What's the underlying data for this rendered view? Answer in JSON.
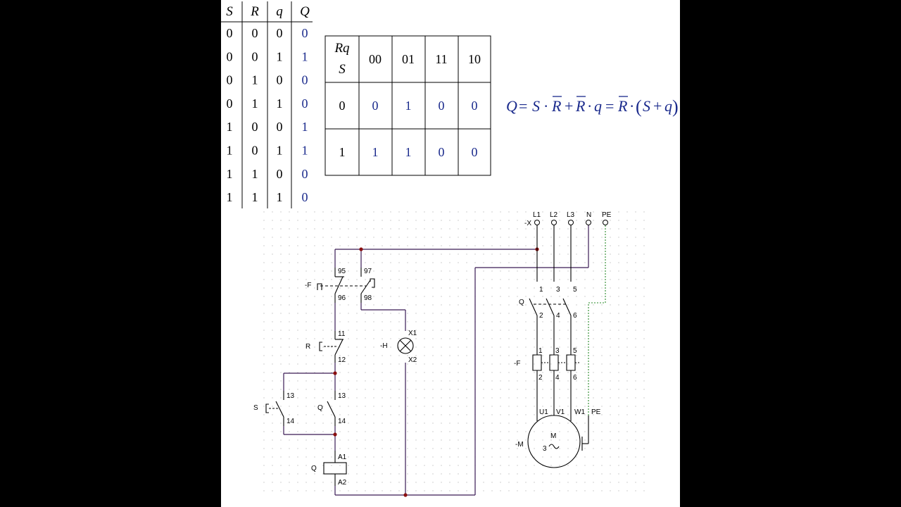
{
  "truth_table": {
    "headers": [
      "S",
      "R",
      "q",
      "Q"
    ],
    "rows": [
      [
        "0",
        "0",
        "0",
        "0"
      ],
      [
        "0",
        "0",
        "1",
        "1"
      ],
      [
        "0",
        "1",
        "0",
        "0"
      ],
      [
        "0",
        "1",
        "1",
        "0"
      ],
      [
        "1",
        "0",
        "0",
        "1"
      ],
      [
        "1",
        "0",
        "1",
        "1"
      ],
      [
        "1",
        "1",
        "0",
        "0"
      ],
      [
        "1",
        "1",
        "1",
        "0"
      ]
    ]
  },
  "kmap": {
    "corner_top": "Rq",
    "corner_bottom": "S",
    "cols": [
      "00",
      "01",
      "11",
      "10"
    ],
    "rows": [
      {
        "label": "0",
        "values": [
          "0",
          "1",
          "0",
          "0"
        ]
      },
      {
        "label": "1",
        "values": [
          "1",
          "1",
          "0",
          "0"
        ]
      }
    ]
  },
  "formula": {
    "q1": "Q",
    "eq1": "=",
    "s1": "S",
    "dot1": "·",
    "r1": "R",
    "plus1": "+",
    "r2": "R",
    "dot2": "·",
    "q2": "q",
    "eq2": "=",
    "r3": "R",
    "dot3": "·",
    "lp": "(",
    "s2": "S",
    "plus2": "+",
    "q3": "q",
    "rp": ")"
  },
  "schematic": {
    "terminals": [
      "L1",
      "L2",
      "L3",
      "N",
      "PE"
    ],
    "terminal_prefix": "-X",
    "relay_label": "-F",
    "relay_nc": [
      "95",
      "96"
    ],
    "relay_no": [
      "97",
      "98"
    ],
    "stop_label": "R",
    "stop_contacts": [
      "11",
      "12"
    ],
    "lamp_label": "-H",
    "lamp_terms": [
      "X1",
      "X2"
    ],
    "start_label": "S",
    "start_contacts": [
      "13",
      "14"
    ],
    "hold_label": "Q",
    "hold_contacts": [
      "13",
      "14"
    ],
    "coil_label": "Q",
    "coil_terms": [
      "A1",
      "A2"
    ],
    "main_contactor_label": "Q",
    "main_top": [
      "1",
      "3",
      "5"
    ],
    "main_bottom": [
      "2",
      "4",
      "6"
    ],
    "overload_label": "-F",
    "overload_top": [
      "1",
      "3",
      "5"
    ],
    "overload_bottom": [
      "2",
      "4",
      "6"
    ],
    "motor_terms": [
      "U1",
      "V1",
      "W1",
      "PE"
    ],
    "motor_label": "-M",
    "motor_letter": "M",
    "motor_phases": "3",
    "motor_symbol": "~"
  }
}
